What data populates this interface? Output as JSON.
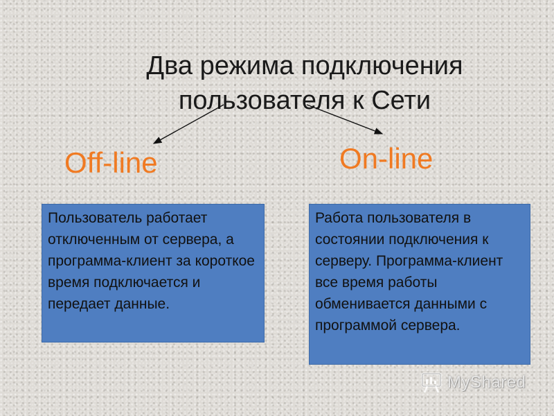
{
  "slide": {
    "title_line1": "Два режима подключения",
    "title_line2": "пользователя к Сети",
    "offline": {
      "label": "Off-line",
      "description": "Пользователь работает отключенным от сервера, а программа-клиент за короткое время подключается и передает данные."
    },
    "online": {
      "label": "On-line",
      "description": "Работа пользователя в состоянии подключения к серверу. Программа-клиент все время работы обменивается данными с программой сервера."
    },
    "watermark": {
      "text": "MyShared",
      "icon": "presentation-board-icon"
    }
  },
  "colors": {
    "accent_orange": "#f07a22",
    "box_blue": "#4f7ec1",
    "background": "#dedbd6"
  }
}
